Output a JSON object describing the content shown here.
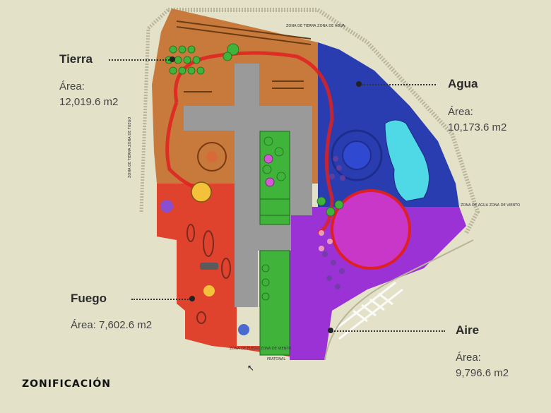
{
  "page_title": "ZONIFICACIÓN",
  "zones": {
    "tierra": {
      "name": "Tierra",
      "area_label": "Área:",
      "area_value": "12,019.6 m2",
      "color": "#c87a3c"
    },
    "agua": {
      "name": "Agua",
      "area_label": "Área:",
      "area_value": "10,173.6 m2",
      "color": "#2a3db0"
    },
    "fuego": {
      "name": "Fuego",
      "area_label": "Área:",
      "area_value": "7,602.6 m2",
      "color": "#e0432d"
    },
    "aire": {
      "name": "Aire",
      "area_label": "Área:",
      "area_value": "9,796.6 m2",
      "color": "#9b32d6"
    }
  },
  "plan_labels": {
    "zona_tierra_agua": "ZONA DE TIERRA ZONA DE AGUA",
    "zona_tierra_fuego": "ZONA DE TIERRA ZONA DE FUEGO",
    "zona_agua_viento": "ZONA DE AGUA ZONA DE VIENTO",
    "zona_fuego_viento": "ZONA DE FUEGO ZONA DE VIENTO",
    "peatonal": "PEATONAL"
  },
  "colors": {
    "background": "#e3e2c9",
    "plaza": "#9a9a9a",
    "garden": "#3fb33a",
    "water_light": "#4fd8e6",
    "path": "#e02020"
  }
}
